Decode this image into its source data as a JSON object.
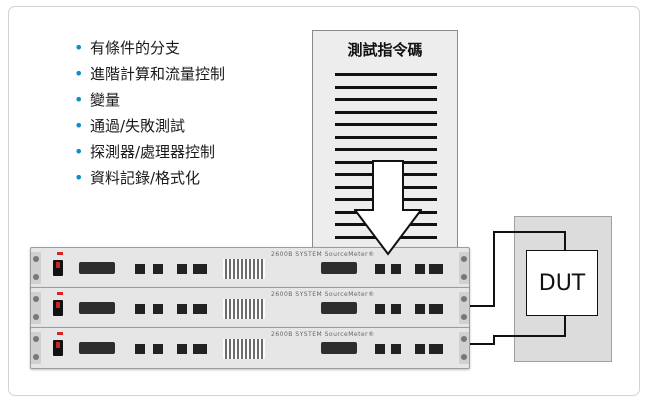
{
  "bullets": [
    "有條件的分支",
    "進階計算和流量控制",
    "變量",
    "通過/失敗測試",
    "探測器/處理器控制",
    "資料記錄/格式化"
  ],
  "code_panel": {
    "title": "測試指令碼",
    "line_count": 14
  },
  "dut": {
    "label": "DUT"
  },
  "instrument": {
    "brand": "2600B SYSTEM SourceMeter®",
    "units": 3
  },
  "colors": {
    "bullet": "#0a8fcc",
    "panel": "#ededed",
    "dut_panel": "#dcdcdc",
    "wire": "#111111"
  }
}
